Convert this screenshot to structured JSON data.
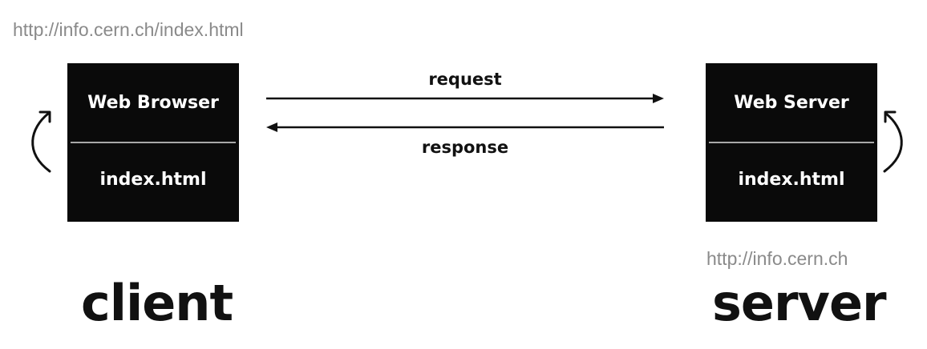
{
  "client": {
    "url": "http://info.cern.ch/index.html",
    "box_title": "Web Browser",
    "box_file": "index.html",
    "role_label": "client"
  },
  "server": {
    "url": "http://info.cern.ch",
    "box_title": "Web Server",
    "box_file": "index.html",
    "role_label": "server"
  },
  "messages": {
    "request": "request",
    "response": "response"
  },
  "icons": {
    "arrows": [
      "arrow-right-icon",
      "arrow-left-icon",
      "curved-arrow-icon"
    ]
  }
}
